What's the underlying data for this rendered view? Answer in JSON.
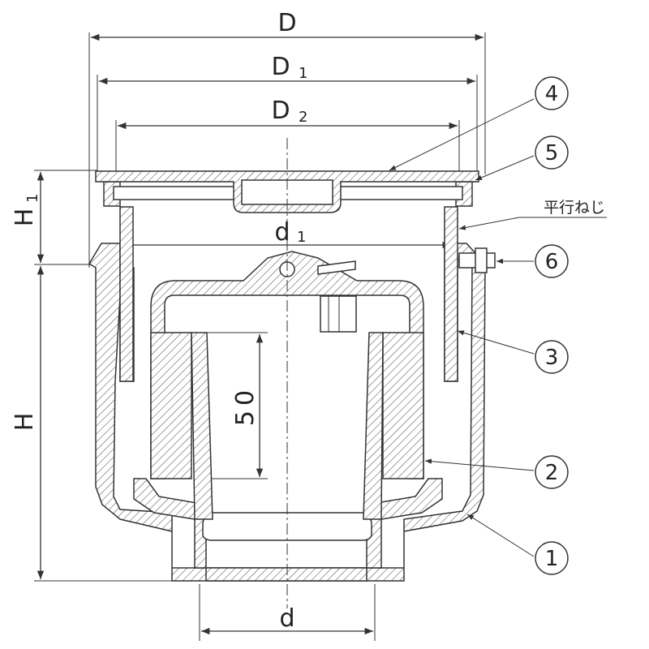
{
  "dimensions": {
    "D": "D",
    "D1": "D",
    "D1_sub": "1",
    "D2": "D",
    "D2_sub": "2",
    "d1": "d",
    "d1_sub": "1",
    "H": "H",
    "H1": "H",
    "H1_sub": "1",
    "depth_50": "50",
    "d": "d"
  },
  "callouts": {
    "part1": "1",
    "part2": "2",
    "part3": "3",
    "part4": "4",
    "part5": "5",
    "part6": "6",
    "thread_label": "平行ねじ"
  }
}
